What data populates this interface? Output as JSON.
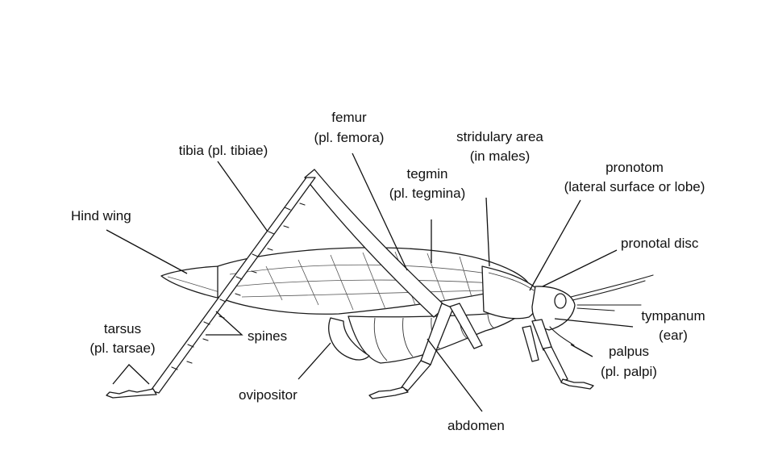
{
  "labels": {
    "femur": {
      "line1": "femur",
      "line2": "(pl. femora)"
    },
    "tibia": {
      "line1": "tibia (pl. tibiae)"
    },
    "stridulary_area": {
      "line1": "stridulary area",
      "line2": "(in males)"
    },
    "tegmin": {
      "line1": "tegmin",
      "line2": "(pl. tegmina)"
    },
    "pronotom": {
      "line1": "pronotom",
      "line2": "(lateral surface or lobe)"
    },
    "hind_wing": {
      "line1": "Hind wing"
    },
    "pronotal_disc": {
      "line1": "pronotal disc"
    },
    "tympanum": {
      "line1": "tympanum",
      "line2": "(ear)"
    },
    "tarsus": {
      "line1": "tarsus",
      "line2": "(pl. tarsae)"
    },
    "spines": {
      "line1": "spines"
    },
    "palpus": {
      "line1": "palpus",
      "line2": "(pl. palpi)"
    },
    "ovipositor": {
      "line1": "ovipositor"
    },
    "abdomen": {
      "line1": "abdomen"
    }
  }
}
